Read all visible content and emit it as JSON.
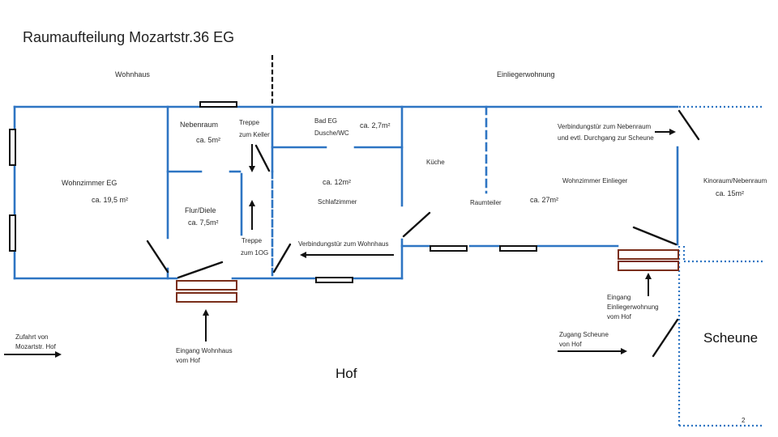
{
  "title": "Raumaufteilung Mozartstr.36  EG",
  "page_number": "2",
  "colors": {
    "wall": "#2e75c3",
    "door": "#111111",
    "window_frame": "#111111",
    "step_frame": "#7a2e1a",
    "arrow": "#111111"
  },
  "sections": {
    "wohnhaus": "Wohnhaus",
    "einlieger": "Einliegerwohnung",
    "hof": "Hof",
    "scheune": "Scheune"
  },
  "rooms": {
    "wohnzimmer_eg": {
      "name": "Wohnzimmer  EG",
      "area": "ca. 19,5 m²"
    },
    "nebenraum": {
      "name": "Nebenraum",
      "area": "ca. 5m²"
    },
    "flur": {
      "name": "Flur/Diele",
      "area": "ca. 7,5m²"
    },
    "treppe_keller": {
      "line1": "Treppe",
      "line2": "zum Keller"
    },
    "treppe_og": {
      "line1": "Treppe",
      "line2": "zum 1OG"
    },
    "bad": {
      "line1": "Bad EG",
      "line2": "Dusche/WC",
      "area": "ca. 2,7m²"
    },
    "schlafzimmer": {
      "name": "Schlafzimmer",
      "area": "ca. 12m²"
    },
    "kueche": {
      "name": "Küche"
    },
    "raumteiler": {
      "name": "Raumteiler"
    },
    "wohnzimmer_einlieger": {
      "name": "Wohnzimmer Einlieger",
      "area": "ca. 27m²"
    },
    "kinoraum": {
      "name": "Kinoraum/Nebenraum",
      "area": "ca. 15m²"
    }
  },
  "annotations": {
    "verbindung_wohnhaus": "Verbindungstür zum Wohnhaus",
    "verbindung_nebenraum_1": "Verbindungstür zum Nebenraum",
    "verbindung_nebenraum_2": "und evtl. Durchgang zur Scheune",
    "eingang_wohnhaus_1": "Eingang Wohnhaus",
    "eingang_wohnhaus_2": "vom Hof",
    "eingang_einlieger_1": "Eingang",
    "eingang_einlieger_2": "Einliegerwohnung",
    "eingang_einlieger_3": "vom Hof",
    "zugang_scheune_1": "Zugang Scheune",
    "zugang_scheune_2": "von Hof",
    "zufahrt_1": "Zufahrt von",
    "zufahrt_2": "Mozartstr. Hof"
  }
}
